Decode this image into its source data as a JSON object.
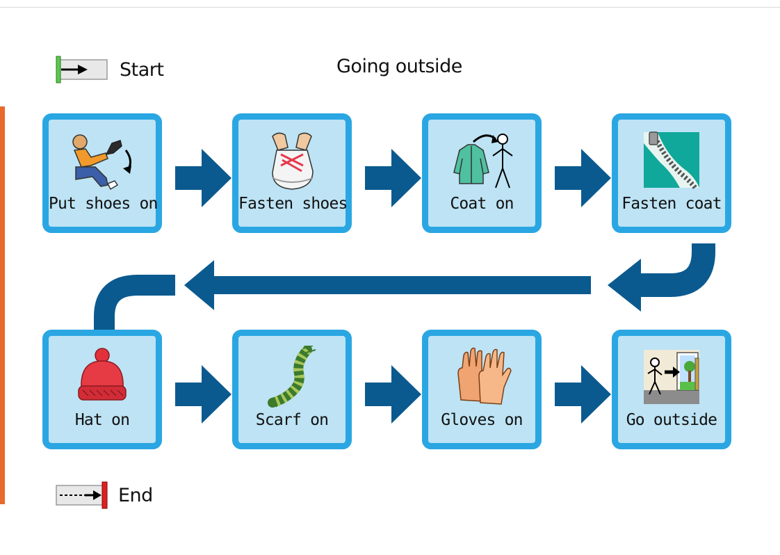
{
  "title": "Going outside",
  "start_label": "Start",
  "end_label": "End",
  "steps": [
    {
      "label": "Put shoes on",
      "icon": "put-shoes-on-icon"
    },
    {
      "label": "Fasten shoes",
      "icon": "fasten-shoes-icon"
    },
    {
      "label": "Coat on",
      "icon": "coat-on-icon"
    },
    {
      "label": "Fasten coat",
      "icon": "zip-icon"
    },
    {
      "label": "Hat on",
      "icon": "bobble-hat-icon"
    },
    {
      "label": "Scarf on",
      "icon": "scarf-icon"
    },
    {
      "label": "Gloves on",
      "icon": "gloves-icon"
    },
    {
      "label": "Go outside",
      "icon": "go-outside-icon"
    }
  ],
  "colors": {
    "card_fill": "#bde3f4",
    "card_border": "#2aa6e3",
    "arrow": "#0b5a8f",
    "accent_stripe": "#e86a2c"
  }
}
